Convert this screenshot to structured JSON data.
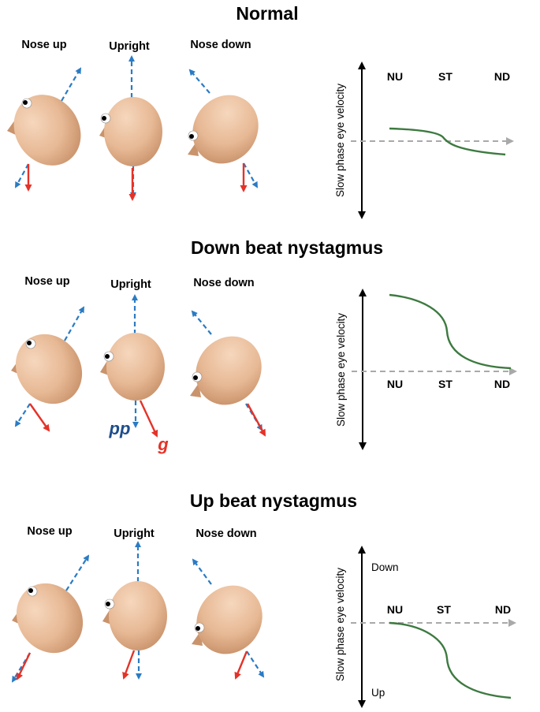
{
  "colors": {
    "head_fill": "#e7b995",
    "blue_arrow": "#2a7bc4",
    "red_arrow": "#e53228",
    "curve": "#3d7a40",
    "dashed_axis": "#a9a9a9",
    "pp_label": "#1e4d8c",
    "g_label": "#e53228"
  },
  "panels": [
    {
      "title": "Normal",
      "head_labels": [
        "Nose up",
        "Upright",
        "Nose down"
      ],
      "graph": {
        "ylabel": "Slow phase eye velocity",
        "ticks": [
          "NU",
          "ST",
          "ND"
        ],
        "direction_labels": {
          "top": "",
          "bottom": ""
        }
      }
    },
    {
      "title": "Down beat nystagmus",
      "head_labels": [
        "Nose up",
        "Upright",
        "Nose down"
      ],
      "vector_labels": {
        "pp": "pp",
        "g": "g"
      },
      "graph": {
        "ylabel": "Slow phase eye velocity",
        "ticks": [
          "NU",
          "ST",
          "ND"
        ],
        "direction_labels": {
          "top": "",
          "bottom": ""
        }
      }
    },
    {
      "title": "Up beat nystagmus",
      "head_labels": [
        "Nose up",
        "Upright",
        "Nose down"
      ],
      "graph": {
        "ylabel": "Slow phase eye velocity",
        "ticks": [
          "NU",
          "ST",
          "ND"
        ],
        "direction_labels": {
          "top": "Down",
          "bottom": "Up"
        }
      }
    }
  ]
}
